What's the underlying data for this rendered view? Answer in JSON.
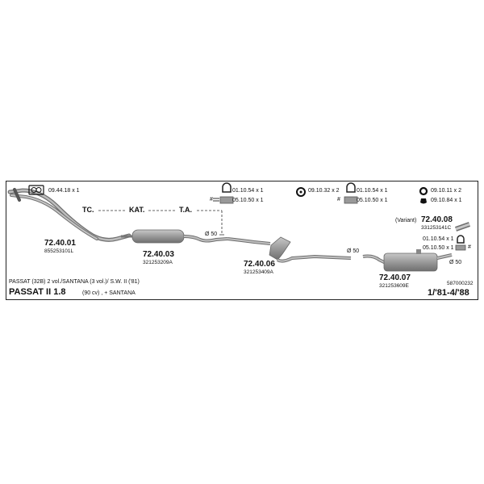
{
  "header": {
    "gasket_qty": "09.44.18 x 1",
    "clamp1_qty": "01.10.54 x 1",
    "bolt1_qty": "05.10.50 x 1",
    "mount_qty": "09.10.32 x 2",
    "clamp2_qty": "01.10.54 x 1",
    "bolt2_qty": "05.10.50 x 1",
    "ring_qty": "09.10.11 x 2",
    "rubber_qty": "09.10.84 x 1"
  },
  "labels": {
    "tc": "TC.",
    "kat": "KAT.",
    "ta": "T.A."
  },
  "diameters": {
    "d1": "Ø 50",
    "d2": "Ø 50",
    "d3": "Ø 50"
  },
  "parts": [
    {
      "number": "72.40.01",
      "oem": "855253101L"
    },
    {
      "number": "72.40.03",
      "oem": "321253209A"
    },
    {
      "number": "72.40.06",
      "oem": "321253409A"
    },
    {
      "number": "72.40.07",
      "oem": "321253609E"
    },
    {
      "number": "72.40.08",
      "oem": "331253141C",
      "variant": "(Variant)"
    }
  ],
  "variant_parts": {
    "clamp_qty": "01.10.54 x 1",
    "bolt_qty": "05.10.50 x 1"
  },
  "footer": {
    "applications": "PASSAT (32B) 2 vol./SANTANA (3 vol.)/ S.W. II ('81)",
    "model": "PASSAT II 1.8",
    "engine": "(90 cv) , + SANTANA",
    "ref": "587000232",
    "dates": "1/'81-4/'88"
  },
  "colors": {
    "pipe": "#9a9a9a",
    "pipe_dark": "#6f6f6f",
    "line": "#222222"
  }
}
